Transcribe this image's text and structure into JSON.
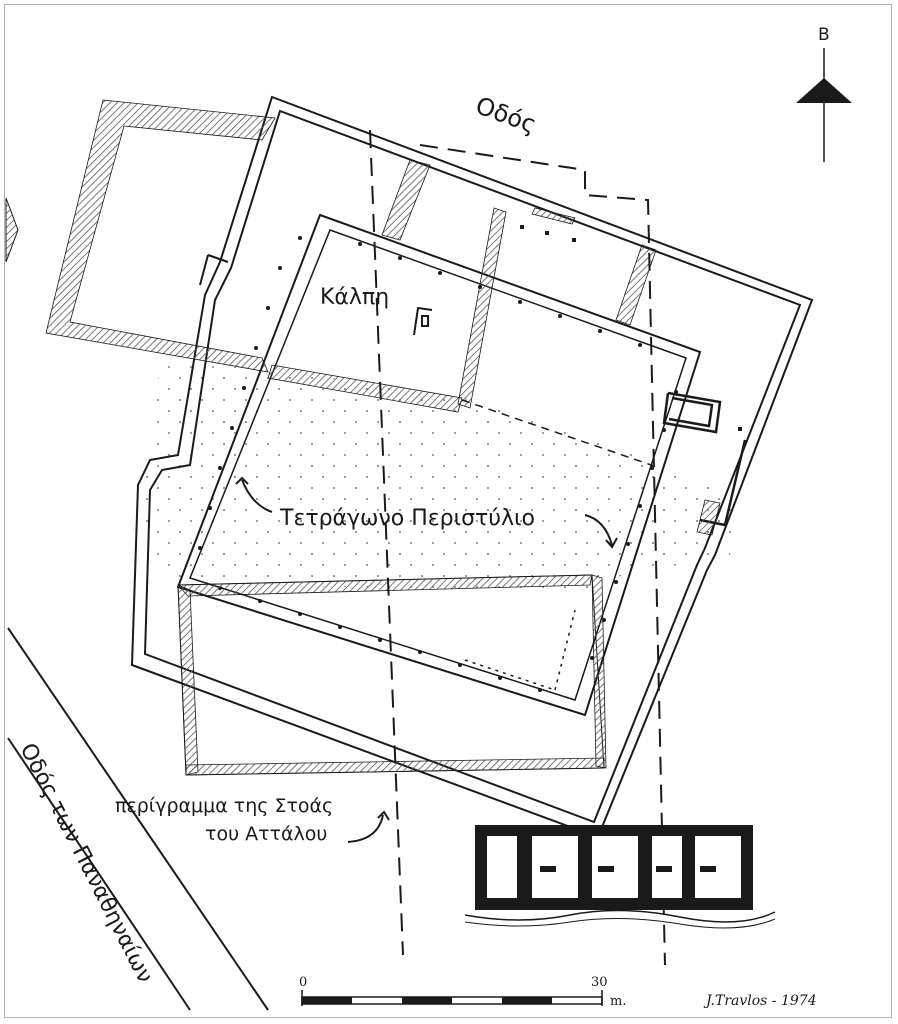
{
  "labels": {
    "north": "B",
    "street": "Οδός",
    "kalpi": "Κάλπη",
    "peristyle": "Τετράγωνο Περιστύλιο",
    "panathenaic_way": "Οδός των Παναθηναίων",
    "stoa_outline_line1": "περίγραμμα της Στοάς",
    "stoa_outline_line2": "του Αττάλου"
  },
  "scale": {
    "start": "0",
    "end": "30",
    "unit": "m."
  },
  "credit": "J.Travlos - 1974",
  "colors": {
    "ink": "#1a1a1a",
    "hatch": "#555555",
    "dots": "#6a6a6a"
  }
}
